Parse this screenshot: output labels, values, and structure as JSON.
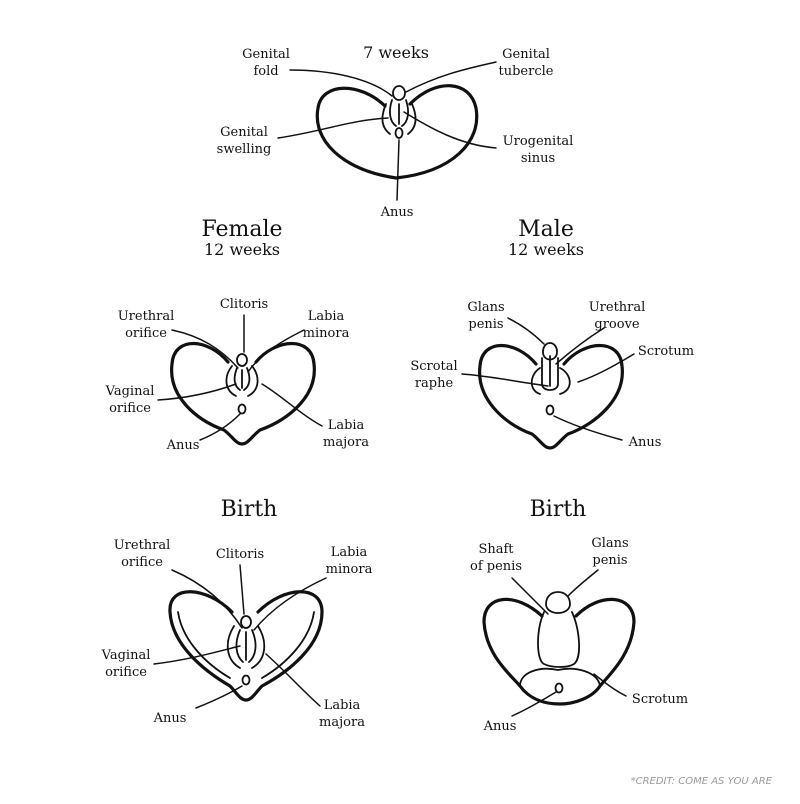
{
  "colors": {
    "ink": "#111111",
    "background": "#ffffff",
    "credit": "#9a9a9a"
  },
  "stage7": {
    "title": "7 weeks",
    "genital_fold": [
      "Genital",
      "fold"
    ],
    "genital_tubercle": [
      "Genital",
      "tubercle"
    ],
    "genital_swelling": [
      "Genital",
      "swelling"
    ],
    "urogenital_sinus": [
      "Urogenital",
      "sinus"
    ],
    "anus": "Anus"
  },
  "female12": {
    "title": "Female",
    "subtitle": "12 weeks",
    "urethral_orifice": [
      "Urethral",
      "orifice"
    ],
    "clitoris": "Clitoris",
    "labia_minora": [
      "Labia",
      "minora"
    ],
    "vaginal_orifice": [
      "Vaginal",
      "orifice"
    ],
    "anus": "Anus",
    "labia_majora": [
      "Labia",
      "majora"
    ]
  },
  "male12": {
    "title": "Male",
    "subtitle": "12 weeks",
    "glans_penis": [
      "Glans",
      "penis"
    ],
    "urethral_groove": [
      "Urethral",
      "groove"
    ],
    "scrotal_raphe": [
      "Scrotal",
      "raphe"
    ],
    "scrotum": "Scrotum",
    "anus": "Anus"
  },
  "femaleBirth": {
    "title": "Birth",
    "urethral_orifice": [
      "Urethral",
      "orifice"
    ],
    "clitoris": "Clitoris",
    "labia_minora": [
      "Labia",
      "minora"
    ],
    "vaginal_orifice": [
      "Vaginal",
      "orifice"
    ],
    "anus": "Anus",
    "labia_majora": [
      "Labia",
      "majora"
    ]
  },
  "maleBirth": {
    "title": "Birth",
    "shaft_of_penis": [
      "Shaft",
      "of penis"
    ],
    "glans_penis": [
      "Glans",
      "penis"
    ],
    "scrotum": "Scrotum",
    "anus": "Anus"
  },
  "credit": "*CREDIT: COME AS YOU ARE"
}
